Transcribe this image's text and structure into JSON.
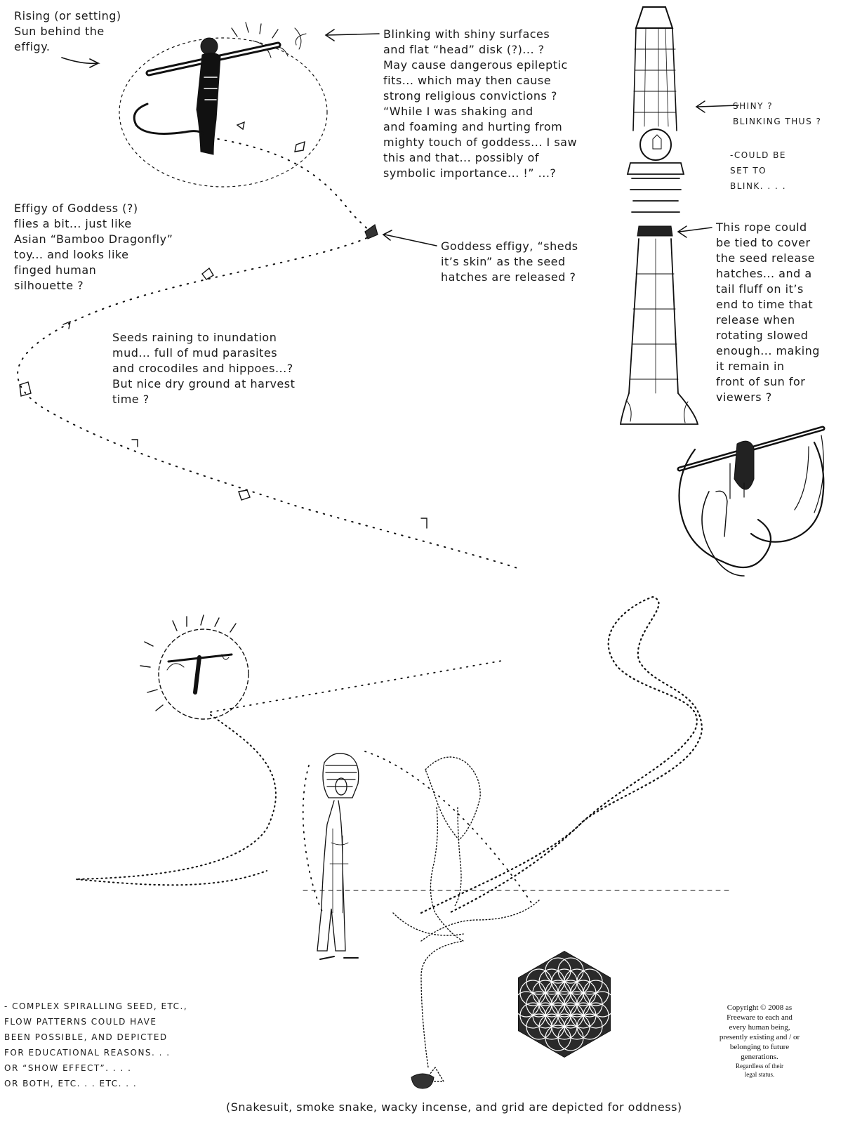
{
  "notes": {
    "sun_behind": "Rising (or setting)\nSun behind the\neffigy.",
    "blinking": "Blinking with shiny surfaces\nand flat “head” disk (?)... ?\nMay cause dangerous epileptic\nfits... which may then cause\nstrong religious convictions ?\n“While I was shaking and\nand foaming and hurting from\nmighty touch of goddess... I saw\nthis and that... possibly of\nsymbolic importance... !” ...?",
    "effigy_flies": "Effigy of Goddess (?)\nflies a bit... just like\nAsian “Bamboo Dragonfly”\ntoy... and looks like\nfinged human\nsilhouette ?",
    "sheds_skin": "Goddess effigy, “sheds\nit’s skin” as the seed\nhatches are released ?",
    "seeds_raining": "Seeds raining to inundation\nmud... full of mud parasites\nand crocodiles and hippoes...?\nBut nice dry ground at harvest\ntime ?",
    "rope": "This rope could\nbe tied to cover\nthe seed release\nhatches... and a\ntail fluff on it’s\nend to time that\nrelease when\nrotating slowed\nenough... making\nit remain in\nfront of sun for\nviewers ?",
    "shiny": "SHINY ?\nBLINKING THUS ?",
    "could_blink": "-COULD BE\nSET TO\nBLINK. . . .",
    "complex_spiralling": "- COMPLEX SPIRALLING SEED, ETC.,\nFLOW PATTERNS COULD HAVE\nBEEN POSSIBLE, AND DEPICTED\nFOR EDUCATIONAL REASONS. . .\nOR “SHOW EFFECT”. . . .\nOR BOTH, ETC. . .   ETC. . .",
    "caption": "(Snakesuit, smoke snake, wacky incense, and grid are depicted for oddness)"
  },
  "copyright": {
    "main": "Copyright © 2008 as\nFreeware to each and\nevery human being,\npresently existing and / or\nbelonging to future\ngenerations.",
    "small": "Regardless of their\nlegal status."
  }
}
